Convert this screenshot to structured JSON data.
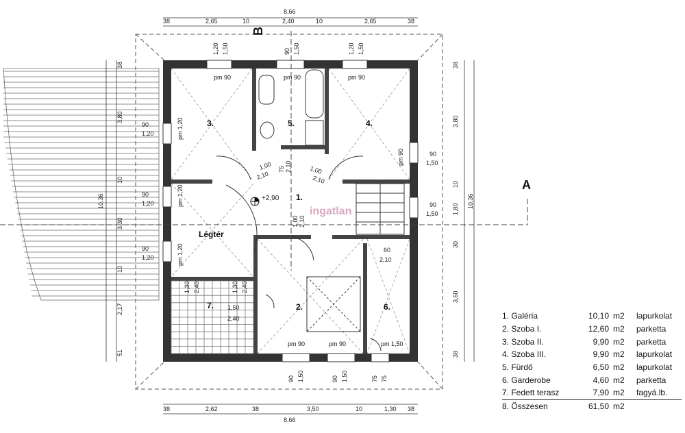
{
  "plan": {
    "section_markers": {
      "a": "A",
      "b": "B"
    },
    "top_total": "8,66",
    "top_dims": [
      "38",
      "2,65",
      "10",
      "2,40",
      "10",
      "2,65",
      "38"
    ],
    "bottom_total": "8,66",
    "bottom_dims": [
      "38",
      "2,62",
      "38",
      "3,50",
      "10",
      "1,30",
      "38"
    ],
    "left_total": "10,36",
    "left_dims": [
      "38",
      "3,80",
      "10",
      "3,30",
      "10",
      "2,17",
      "51"
    ],
    "right_total": "10,36",
    "right_dims": [
      "38",
      "3,80",
      "10",
      "1,80",
      "30",
      "3,60",
      "38"
    ],
    "window_top": [
      {
        "w": "1,20",
        "h": "1,50"
      },
      {
        "w": "90",
        "h": "1,50"
      },
      {
        "w": "1,20",
        "h": "1,50"
      }
    ],
    "window_bottom": [
      {
        "w": "90",
        "h": "1,50"
      },
      {
        "w": "90",
        "h": "1,50"
      },
      {
        "w": "75",
        "h": "75"
      }
    ],
    "window_left": [
      {
        "w": "90",
        "h": "1,20"
      },
      {
        "w": "90",
        "h": "1,20"
      },
      {
        "w": "90",
        "h": "1,20"
      }
    ],
    "window_right": [
      {
        "w": "90",
        "h": "1,50"
      },
      {
        "w": "90",
        "h": "1,50"
      }
    ],
    "pm_labels": [
      "pm 90",
      "pm 90",
      "pm 90",
      "pm 90",
      "pm 90",
      "pm 1,50",
      "pm 1,20",
      "pm 1,20",
      "pm 1,20",
      "pm 90"
    ],
    "room_labels": [
      "3.",
      "5.",
      "4.",
      "1.",
      "2.",
      "6.",
      "7.",
      "Légtér"
    ],
    "door_dims": [
      "1,00",
      "2,10",
      "75",
      "2,10",
      "1,00",
      "2,10",
      "1,00",
      "2,10",
      "60",
      "2,10"
    ],
    "balcony_dims": [
      "1,30",
      "2,40",
      "1,30",
      "2,40",
      "1,50",
      "2,40"
    ],
    "level": "+2,90",
    "watermark": "ingatlan"
  },
  "legend": [
    {
      "name": "1. Galéria",
      "area": "10,10",
      "unit": "m2",
      "floor": "lapurkolat"
    },
    {
      "name": "2. Szoba I.",
      "area": "12,60",
      "unit": "m2",
      "floor": "parketta"
    },
    {
      "name": "3. Szoba II.",
      "area": "9,90",
      "unit": "m2",
      "floor": "parketta"
    },
    {
      "name": "4. Szoba III.",
      "area": "9,90",
      "unit": "m2",
      "floor": "lapurkolat"
    },
    {
      "name": "5. Fürdő",
      "area": "6,50",
      "unit": "m2",
      "floor": "lapurkolat"
    },
    {
      "name": "6. Garderobe",
      "area": "4,60",
      "unit": "m2",
      "floor": "parketta"
    },
    {
      "name": "7. Fedett terasz",
      "area": "7,90",
      "unit": "m2",
      "floor": "fagyá.lb."
    },
    {
      "name": "8. Összesen",
      "area": "61,50",
      "unit": "m2",
      "floor": ""
    }
  ]
}
